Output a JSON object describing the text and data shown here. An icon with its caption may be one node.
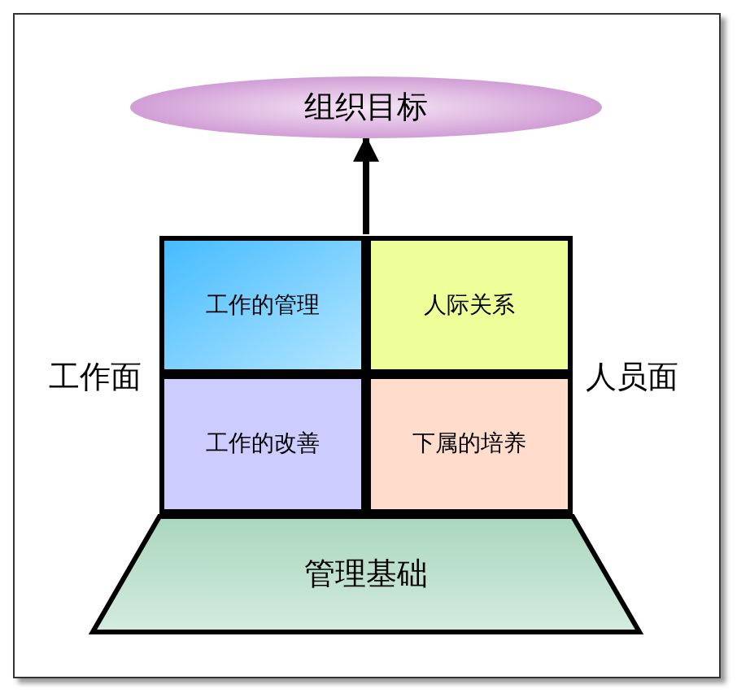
{
  "diagram": {
    "nodes": [
      {
        "text": [
          "组织目标"
        ]
      },
      {
        "text": [
          "工作的管理"
        ]
      },
      {
        "text": [
          "人际关系"
        ]
      },
      {
        "text": [
          "工作的改善"
        ]
      },
      {
        "text": [
          "下属的培养"
        ]
      },
      {
        "text": [
          "管理基础"
        ]
      }
    ],
    "edges": [
      {
        "from": 1,
        "to": 0,
        "arrow": "to"
      }
    ],
    "labels": [
      "工作面",
      "人员面"
    ]
  }
}
